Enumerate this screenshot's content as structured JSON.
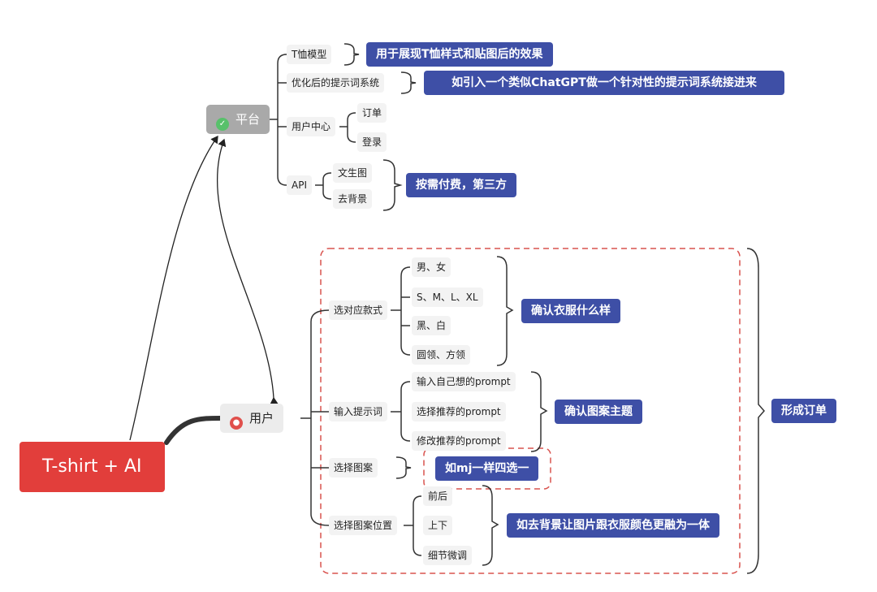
{
  "root": {
    "label": "T-shirt + AI"
  },
  "platform": {
    "label": "平台",
    "icon": "shopping-cart-icon",
    "items": {
      "tshirt_model": "T恤模型",
      "tshirt_model_note": "用于展现T恤样式和贴图后的效果",
      "prompt_system": "优化后的提示词系统",
      "prompt_system_note": "如引入一个类似ChatGPT做一个针对性的提示词系统接进来",
      "user_center": "用户中心",
      "order": "订单",
      "login": "登录",
      "api": "API",
      "text_to_image": "文生图",
      "remove_bg": "去背景",
      "api_note": "按需付费，第三方"
    }
  },
  "user": {
    "label": "用户",
    "icon": "person-icon",
    "style": {
      "label": "选对应款式",
      "options": [
        "男、女",
        "S、M、L、XL",
        "黑、白",
        "圆领、方领"
      ],
      "note": "确认衣服什么样"
    },
    "prompt": {
      "label": "输入提示词",
      "options": [
        "输入自己想的prompt",
        "选择推荐的prompt",
        "修改推荐的prompt"
      ],
      "note": "确认图案主题"
    },
    "pattern": {
      "label": "选择图案",
      "note": "如mj一样四选一"
    },
    "position": {
      "label": "选择图案位置",
      "options": [
        "前后",
        "上下",
        "细节微调"
      ],
      "note": "如去背景让图片跟衣服颜色更融为一体"
    },
    "summary_note": "形成订单"
  },
  "colors": {
    "root": "#e23e3b",
    "note": "#3e4fa6",
    "platform": "#a9a9a9",
    "dashed_border": "#d9534f"
  }
}
